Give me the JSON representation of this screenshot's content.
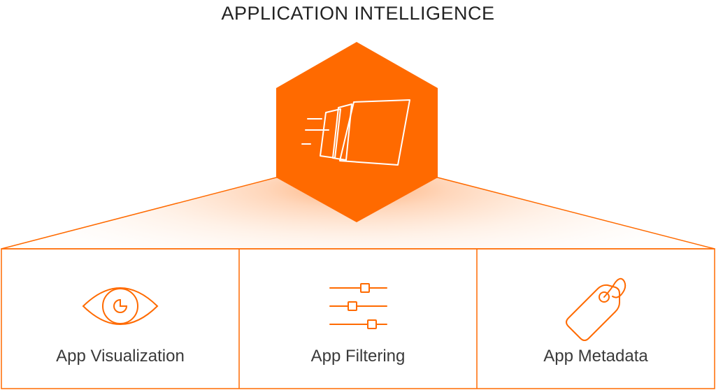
{
  "title": "APPLICATION INTELLIGENCE",
  "colors": {
    "accent": "#FF6A00",
    "text": "#222222",
    "label": "#3A3A3A"
  },
  "hub": {
    "icon": "speed-pages-icon"
  },
  "panels": [
    {
      "label": "App Visualization",
      "icon": "eye-icon"
    },
    {
      "label": "App Filtering",
      "icon": "sliders-icon"
    },
    {
      "label": "App Metadata",
      "icon": "tag-icon"
    }
  ]
}
